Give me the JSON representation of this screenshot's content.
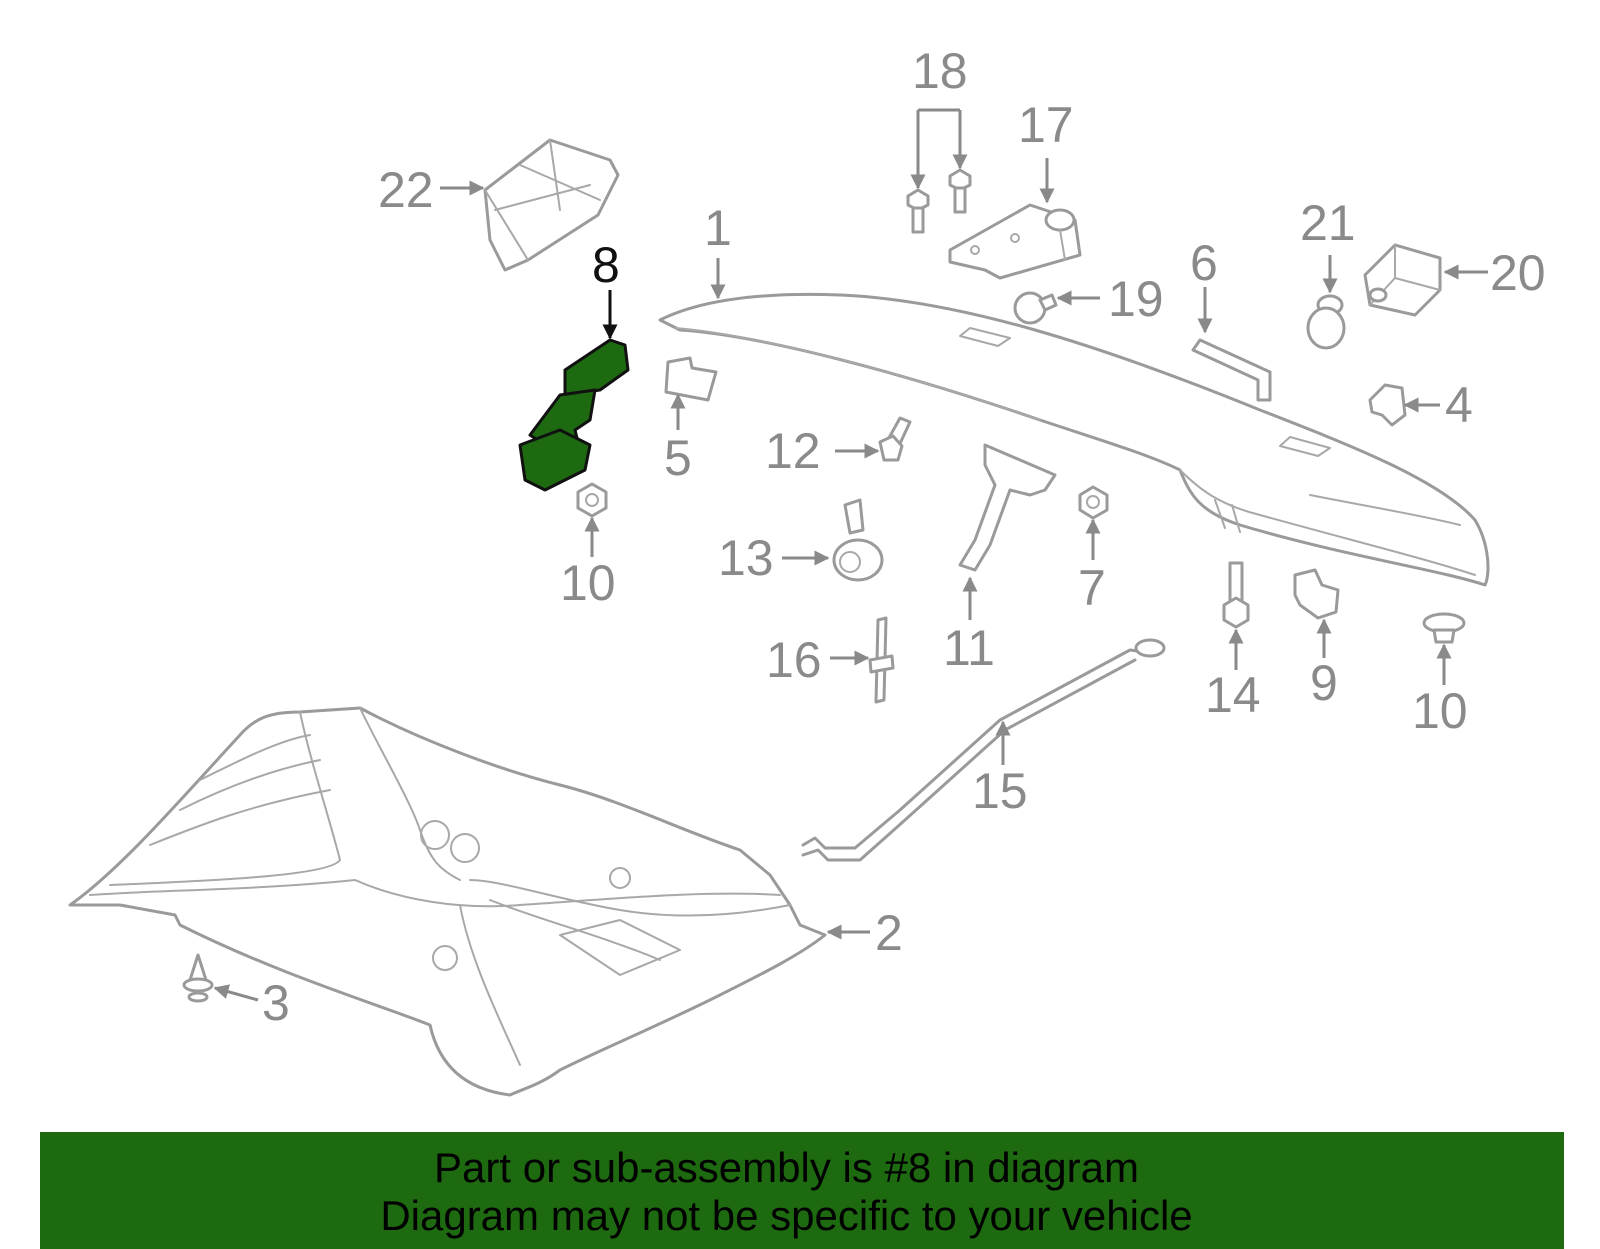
{
  "diagram": {
    "highlight_color": "#1e6a10",
    "line_color": "#9a9a9a",
    "highlighted_part": "8",
    "callouts": [
      "1",
      "2",
      "3",
      "4",
      "5",
      "6",
      "7",
      "8",
      "9",
      "10",
      "10",
      "11",
      "12",
      "13",
      "14",
      "15",
      "16",
      "17",
      "18",
      "19",
      "20",
      "21",
      "22"
    ]
  },
  "banner": {
    "line1": "Part or sub-assembly is #8 in diagram",
    "line2": "Diagram may not be specific to your vehicle",
    "background": "#1e6a10"
  }
}
